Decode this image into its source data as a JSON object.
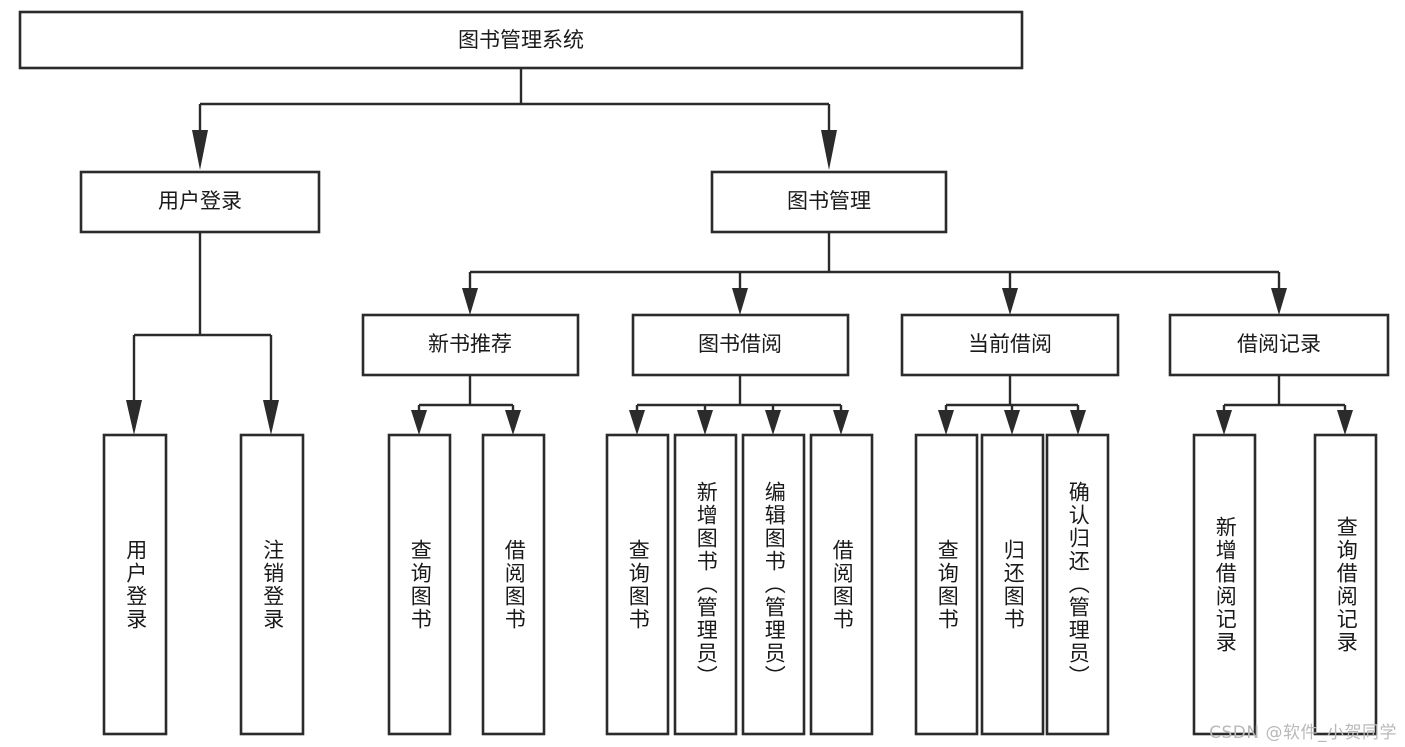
{
  "diagram": {
    "type": "tree",
    "title": "图书管理系统",
    "watermark": "CSDN @软件_小贺同学",
    "colors": {
      "background": "#ffffff",
      "box_stroke": "#2b2b2b",
      "box_fill": "#ffffff",
      "text": "#1a1a1a",
      "watermark": "#b9b9b9"
    },
    "nodes": {
      "root": {
        "label": "图书管理系统"
      },
      "level1": [
        {
          "id": "user-login",
          "label": "用户登录"
        },
        {
          "id": "book-manage",
          "label": "图书管理"
        }
      ],
      "level2": [
        {
          "id": "new-book-rec",
          "label": "新书推荐"
        },
        {
          "id": "book-borrow",
          "label": "图书借阅"
        },
        {
          "id": "current-borrow",
          "label": "当前借阅"
        },
        {
          "id": "borrow-record",
          "label": "借阅记录"
        }
      ],
      "leaves": {
        "user-login": [
          {
            "id": "leaf-user-login",
            "label": "用户登录"
          },
          {
            "id": "leaf-user-logout",
            "label": "注销登录"
          }
        ],
        "new-book-rec": [
          {
            "id": "leaf-query-book-1",
            "label": "查询图书"
          },
          {
            "id": "leaf-borrow-book-1",
            "label": "借阅图书"
          }
        ],
        "book-borrow": [
          {
            "id": "leaf-query-book-2",
            "label": "查询图书"
          },
          {
            "id": "leaf-add-book",
            "label": "新增图书（管理员）"
          },
          {
            "id": "leaf-edit-book",
            "label": "编辑图书（管理员）"
          },
          {
            "id": "leaf-borrow-book-2",
            "label": "借阅图书"
          }
        ],
        "current-borrow": [
          {
            "id": "leaf-query-book-3",
            "label": "查询图书"
          },
          {
            "id": "leaf-return-book",
            "label": "归还图书"
          },
          {
            "id": "leaf-confirm-return",
            "label": "确认归还（管理员）"
          }
        ],
        "borrow-record": [
          {
            "id": "leaf-add-record",
            "label": "新增借阅记录"
          },
          {
            "id": "leaf-query-record",
            "label": "查询借阅记录"
          }
        ]
      }
    }
  }
}
